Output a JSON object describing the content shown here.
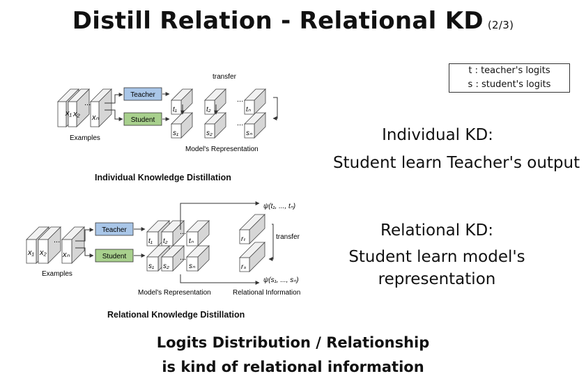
{
  "slide": {
    "title": "Distill Relation - Relational KD",
    "title_page": "(2/3)",
    "legend": [
      "t : teacher's logits",
      "s : student's logits"
    ],
    "individual": {
      "heading": "Individual KD:",
      "desc": "Student learn Teacher's output",
      "caption": "Individual Knowledge Distillation"
    },
    "relational": {
      "heading": "Relational KD:",
      "desc_line1": "Student learn model's",
      "desc_line2": "representation",
      "caption": "Relational Knowledge Distillation"
    },
    "bottom_line1": "Logits Distribution / Relationship",
    "bottom_line2": "is kind of relational information"
  },
  "diagram": {
    "teacher_label": "Teacher",
    "student_label": "Student",
    "examples_label": "Examples",
    "transfer_label": "transfer",
    "model_rep_label": "Model's Representation",
    "relational_info_label": "Relational Information",
    "colors": {
      "teacher": "#a9c6e8",
      "student": "#a8d08d",
      "cube_face": "#ffffff",
      "cube_side": "#d6d6d6"
    }
  }
}
